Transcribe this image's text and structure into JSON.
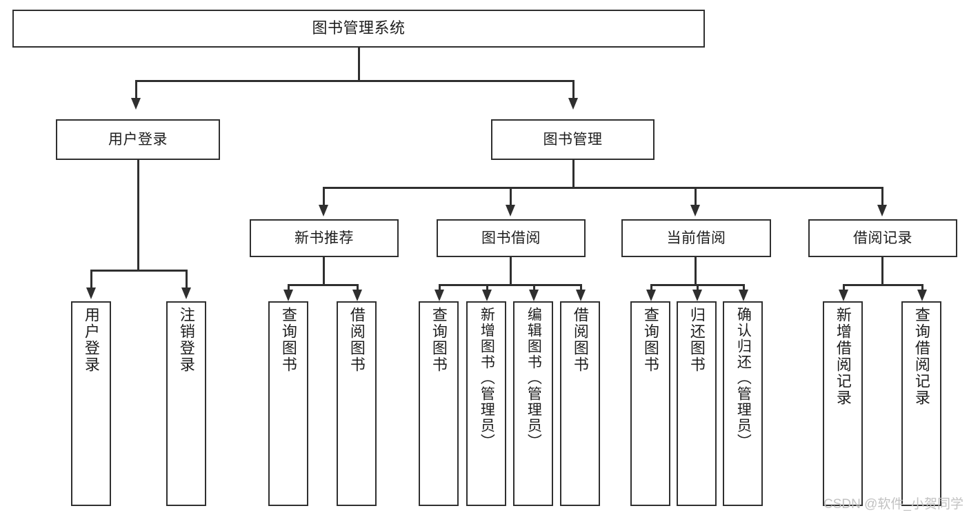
{
  "diagram": {
    "title": "图书管理系统",
    "type": "tree",
    "orientation": "top-down",
    "colors": {
      "stroke": "#2f2f2f",
      "fill": "#ffffff",
      "text": "#1d1d1d",
      "watermark": "#c2c2c2"
    },
    "root": {
      "id": "root",
      "label": "图书管理系统",
      "text_direction": "horizontal"
    },
    "level2": [
      {
        "id": "user-login",
        "label": "用户登录",
        "text_direction": "horizontal"
      },
      {
        "id": "book-management",
        "label": "图书管理",
        "text_direction": "horizontal"
      }
    ],
    "level3": [
      {
        "id": "new-book-recommend",
        "label": "新书推荐",
        "parent": "book-management",
        "text_direction": "horizontal"
      },
      {
        "id": "book-borrow",
        "label": "图书借阅",
        "parent": "book-management",
        "text_direction": "horizontal"
      },
      {
        "id": "current-borrow",
        "label": "当前借阅",
        "parent": "book-management",
        "text_direction": "horizontal"
      },
      {
        "id": "borrow-record",
        "label": "借阅记录",
        "parent": "book-management",
        "text_direction": "horizontal"
      }
    ],
    "leaves": [
      {
        "id": "leaf-user-login",
        "label": "用户登录",
        "parent": "user-login",
        "text_direction": "vertical"
      },
      {
        "id": "leaf-user-logout",
        "label": "注销登录",
        "parent": "user-login",
        "text_direction": "vertical"
      },
      {
        "id": "leaf-query-book-1",
        "label": "查询图书",
        "parent": "new-book-recommend",
        "text_direction": "vertical"
      },
      {
        "id": "leaf-borrow-book-1",
        "label": "借阅图书",
        "parent": "new-book-recommend",
        "text_direction": "vertical"
      },
      {
        "id": "leaf-query-book-2",
        "label": "查询图书",
        "parent": "book-borrow",
        "text_direction": "vertical"
      },
      {
        "id": "leaf-add-book",
        "label": "新增图书（管理员）",
        "parent": "book-borrow",
        "text_direction": "vertical"
      },
      {
        "id": "leaf-edit-book",
        "label": "编辑图书（管理员）",
        "parent": "book-borrow",
        "text_direction": "vertical"
      },
      {
        "id": "leaf-borrow-book-2",
        "label": "借阅图书",
        "parent": "book-borrow",
        "text_direction": "vertical"
      },
      {
        "id": "leaf-query-book-3",
        "label": "查询图书",
        "parent": "current-borrow",
        "text_direction": "vertical"
      },
      {
        "id": "leaf-return-book",
        "label": "归还图书",
        "parent": "current-borrow",
        "text_direction": "vertical"
      },
      {
        "id": "leaf-confirm-return",
        "label": "确认归还（管理员）",
        "parent": "current-borrow",
        "text_direction": "vertical"
      },
      {
        "id": "leaf-add-record",
        "label": "新增借阅记录",
        "parent": "borrow-record",
        "text_direction": "vertical"
      },
      {
        "id": "leaf-query-record",
        "label": "查询借阅记录",
        "parent": "borrow-record",
        "text_direction": "vertical"
      }
    ]
  },
  "watermark": {
    "text": "CSDN @软件_小贺同学"
  }
}
